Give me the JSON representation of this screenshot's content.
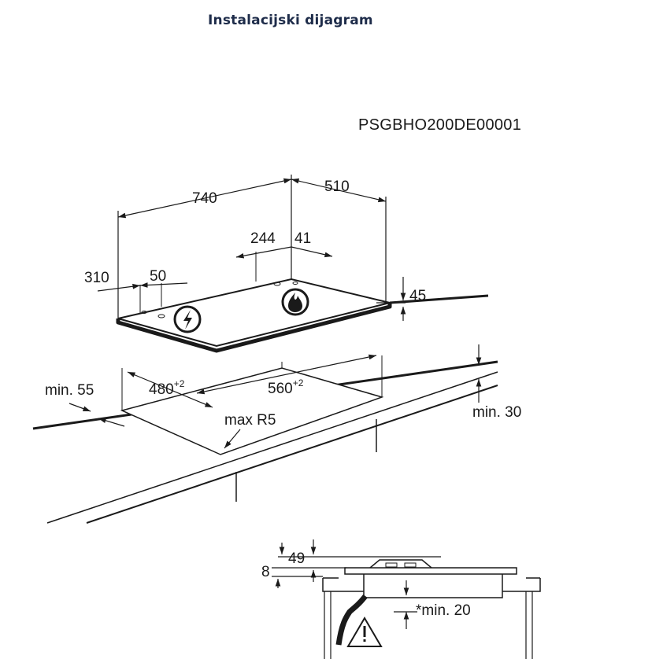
{
  "title": "Instalacijski dijagram",
  "code": "PSGBHO200DE00001",
  "dims": {
    "width": "740",
    "depth": "510",
    "d244": "244",
    "d41": "41",
    "d310": "310",
    "d50": "50",
    "height": "45",
    "cut_w_base": "480",
    "cut_w_tol": "+2",
    "cut_d_base": "560",
    "cut_d_tol": "+2",
    "min_side": "min. 55",
    "min_front": "min. 30",
    "radius": "max R5",
    "d49": "49",
    "d8": "8",
    "min_below": "*min. 20"
  },
  "colors": {
    "line": "#1a1a1a",
    "title": "#1e2c4a"
  }
}
